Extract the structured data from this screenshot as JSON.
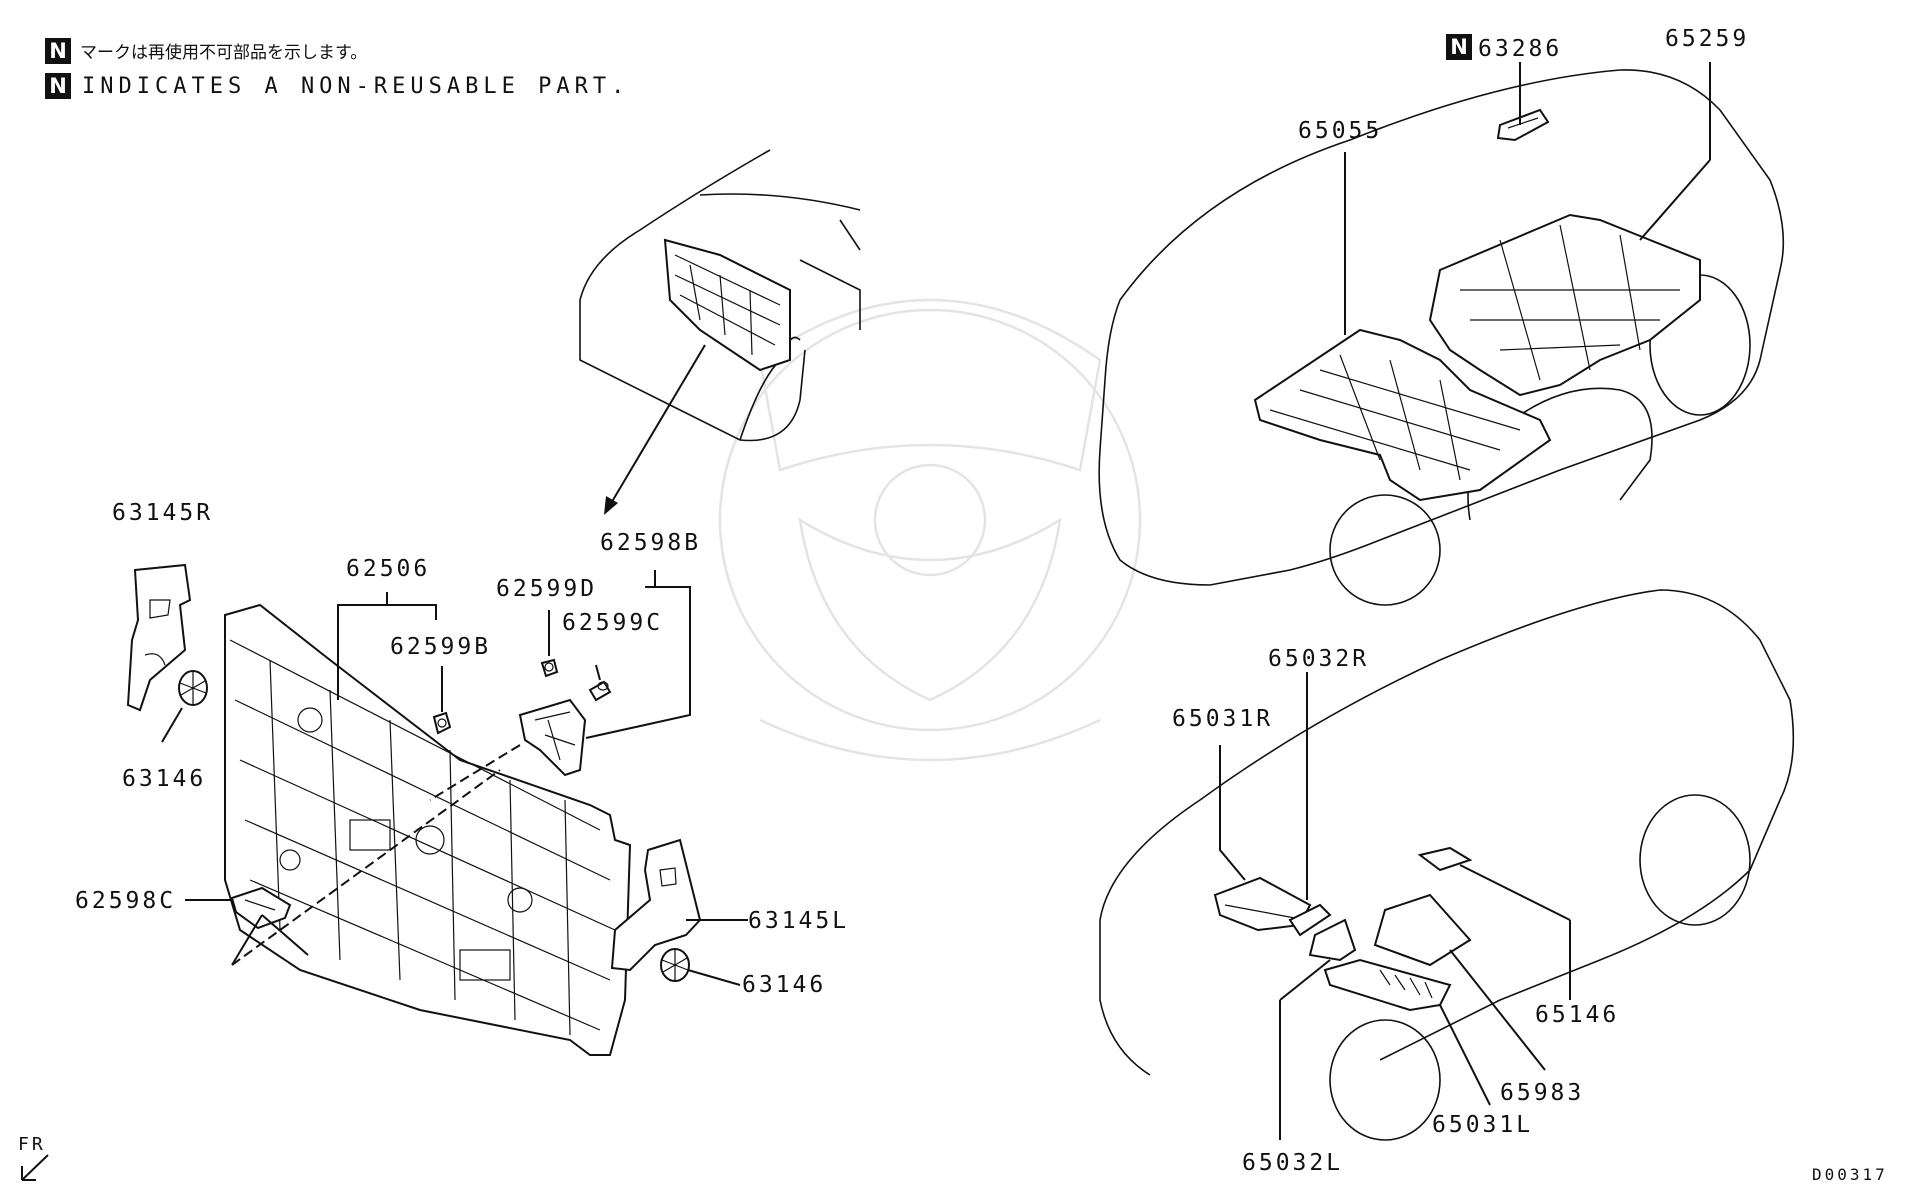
{
  "notes": {
    "badge": "N",
    "japanese": "マークは再使用不可部品を示します。",
    "english": "INDICATES A NON-REUSABLE PART."
  },
  "callouts": {
    "p63286": "63286",
    "p65259": "65259",
    "p65055": "65055",
    "p63145R": "63145R",
    "p63146_top": "63146",
    "p62506": "62506",
    "p62599B": "62599B",
    "p62599D": "62599D",
    "p62598B": "62598B",
    "p62599C": "62599C",
    "p62598C": "62598C",
    "p63145L": "63145L",
    "p63146_bottom": "63146",
    "p65032R": "65032R",
    "p65031R": "65031R",
    "p65146": "65146",
    "p65983": "65983",
    "p65031L": "65031L",
    "p65032L": "65032L"
  },
  "direction": {
    "front": "FR"
  },
  "diagram_code": "D00317"
}
